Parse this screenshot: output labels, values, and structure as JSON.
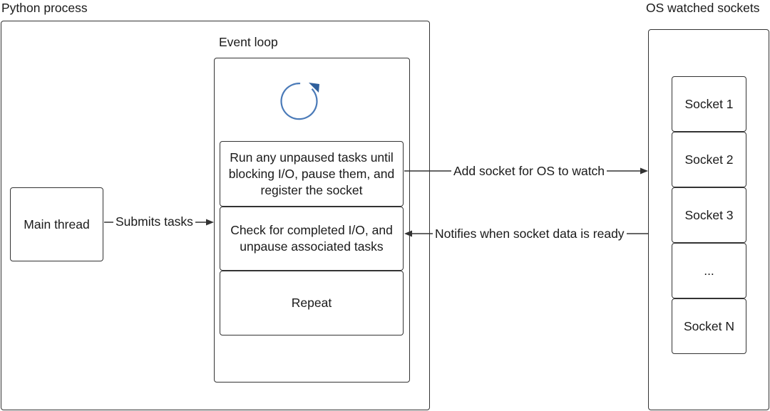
{
  "python_process": {
    "title": "Python process"
  },
  "event_loop": {
    "title": "Event loop",
    "steps": [
      "Run any unpaused tasks until blocking I/O, pause them, and register the socket",
      "Check for completed I/O, and unpause associated tasks",
      "Repeat"
    ],
    "cycle_icon": "circular-arrow-icon",
    "accent_color": "#4a7ab8"
  },
  "main_thread": {
    "label": "Main thread"
  },
  "os_sockets": {
    "title": "OS watched sockets",
    "items": [
      "Socket 1",
      "Socket 2",
      "Socket 3",
      "...",
      "Socket N"
    ]
  },
  "edges": {
    "submits": "Submits tasks",
    "add_socket": "Add socket for OS to watch",
    "notifies": "Notifies when socket data is ready"
  }
}
